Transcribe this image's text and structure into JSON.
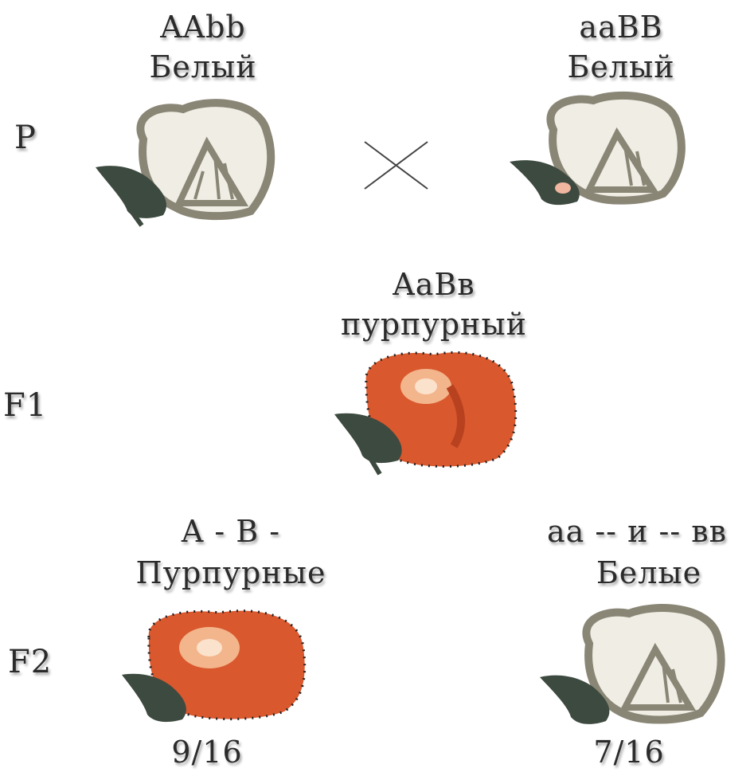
{
  "generations": {
    "p": "P",
    "f1": "F1",
    "f2": "F2"
  },
  "parent_left": {
    "genotype": "AAbb",
    "phenotype": "Белый"
  },
  "parent_right": {
    "genotype": "aaBB",
    "phenotype": "Белый"
  },
  "f1_plant": {
    "genotype": "AaBв",
    "phenotype": "пурпурный"
  },
  "f2_left": {
    "genotype": "A - B -",
    "phenotype": "Пурпурные",
    "ratio": "9/16"
  },
  "f2_right": {
    "genotype": "aa -- и -- вв",
    "phenotype": "Белые",
    "ratio": "7/16"
  },
  "colors": {
    "white_flower_outline": "#8a8676",
    "white_flower_fill": "#efede4",
    "purple_flower_fill": "#d9582e",
    "purple_flower_light": "#f3b58c",
    "leaf": "#3d4a40",
    "cross": "#444444"
  },
  "icons": [
    "white-flower-icon",
    "purple-flower-icon",
    "cross-icon"
  ]
}
